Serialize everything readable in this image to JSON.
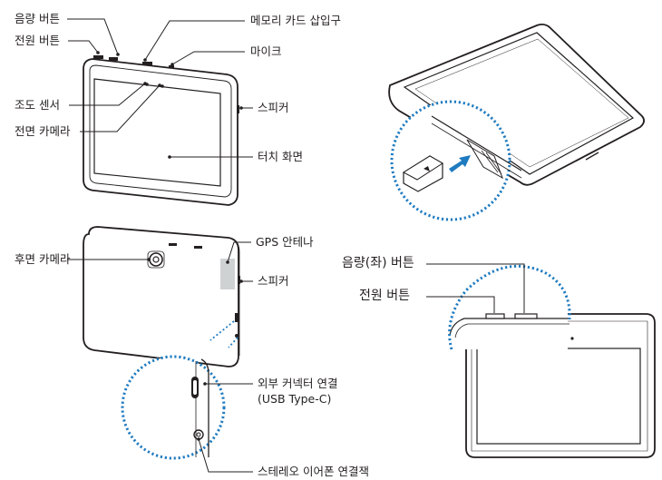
{
  "colors": {
    "line": "#231f20",
    "accent": "#1f7bc0",
    "bezel": "#ffffff"
  },
  "front_view": {
    "volume_button": "음량 버튼",
    "power_button": "전원 버튼",
    "light_sensor": "조도 센서",
    "front_camera": "전면 카메라",
    "memory_card_slot": "메모리 카드 삽입구",
    "microphone": "마이크",
    "speaker": "스피커",
    "touch_screen": "터치 화면"
  },
  "rear_view": {
    "rear_camera": "후면 카메라",
    "gps_antenna": "GPS 안테나",
    "speaker": "스피커",
    "external_connector_line1": "외부 커넥터 연결",
    "external_connector_line2": "(USB Type-C)",
    "earphone_jack": "스테레오 이어폰 연결잭"
  },
  "button_view": {
    "volume_left_button": "음량(좌) 버튼",
    "power_button": "전원 버튼"
  }
}
